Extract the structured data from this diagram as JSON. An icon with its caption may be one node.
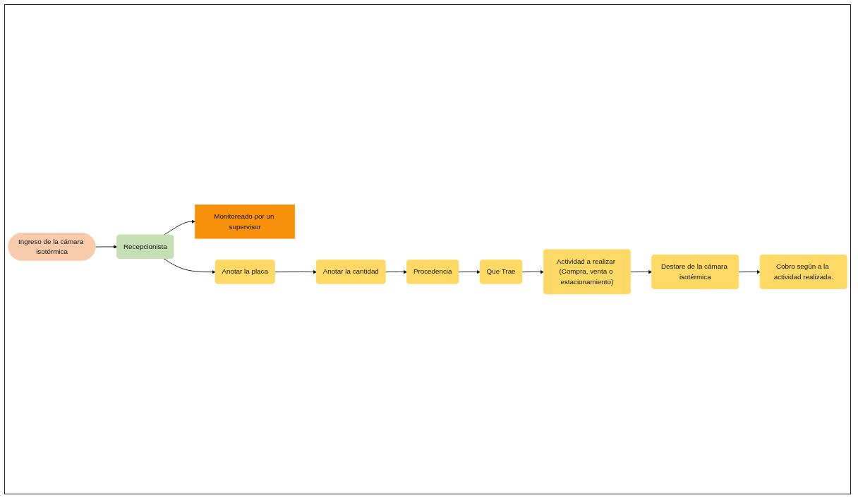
{
  "diagram": {
    "nodes": [
      {
        "text": [
          "Ingreso de la cámara isotérmica"
        ]
      },
      {
        "text": [
          "Recepcionista"
        ]
      },
      {
        "text": [
          "Monitoreado por un supervisor"
        ]
      },
      {
        "text": [
          "Anotar la placa"
        ]
      },
      {
        "text": [
          "Anotar la cantidad"
        ]
      },
      {
        "text": [
          "Procedencia"
        ]
      },
      {
        "text": [
          "Que Trae"
        ]
      },
      {
        "text": [
          "Actividad a realizar (Compra, venta o estacionamiento)"
        ]
      },
      {
        "text": [
          "Destare de la cámara isotérmica"
        ]
      },
      {
        "text": [
          "Cobro según a la actividad realizada."
        ]
      }
    ],
    "edges": [
      {
        "from": 0,
        "to": 1,
        "arrow": "to"
      },
      {
        "from": 1,
        "to": 2,
        "arrow": "to"
      },
      {
        "from": 1,
        "to": 3,
        "arrow": "to"
      },
      {
        "from": 3,
        "to": 4,
        "arrow": "to"
      },
      {
        "from": 4,
        "to": 5,
        "arrow": "to"
      },
      {
        "from": 5,
        "to": 6,
        "arrow": "to"
      },
      {
        "from": 6,
        "to": 7,
        "arrow": "to"
      },
      {
        "from": 7,
        "to": 8,
        "arrow": "to"
      },
      {
        "from": 8,
        "to": 9,
        "arrow": "to"
      }
    ]
  }
}
